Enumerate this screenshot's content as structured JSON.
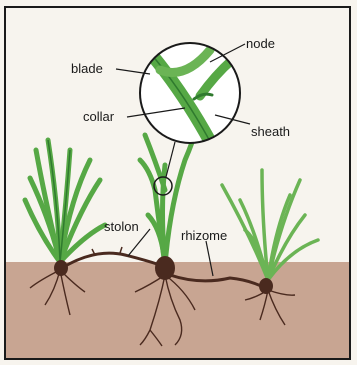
{
  "diagram": {
    "labels": {
      "blade": "blade",
      "node": "node",
      "collar": "collar",
      "sheath": "sheath",
      "stolon": "stolon",
      "rhizome": "rhizome"
    },
    "colors": {
      "soil": "#c8a592",
      "leaf": "#56a845",
      "leaf_dark": "#2f7a2e",
      "root": "#4a2a1f",
      "frame": "#1a1a1a",
      "background": "#f7f4ee"
    }
  }
}
